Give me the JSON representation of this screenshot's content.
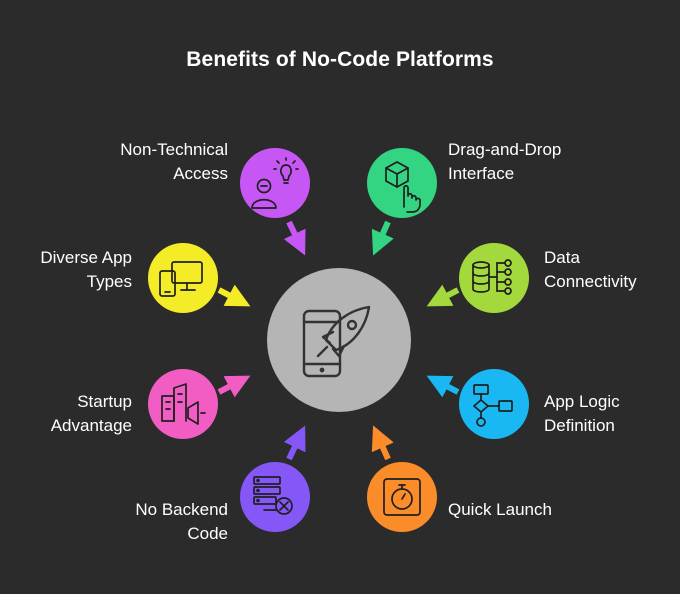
{
  "title": "Benefits of No-Code Platforms",
  "colors": {
    "background": "#2b2b2b",
    "center": "#b5b5b5",
    "purple": "#c757f5",
    "green": "#33d482",
    "yellow": "#f4ec27",
    "lime": "#a3d93c",
    "pink": "#f25dc4",
    "blue": "#1ab8f2",
    "violet": "#8557f7",
    "orange": "#fb8c2a"
  },
  "center": {
    "icon": "mobile-rocket-icon"
  },
  "benefits": [
    {
      "id": "non-technical-access",
      "lines": [
        "Non-Technical",
        "Access"
      ],
      "icon": "person-lightbulb-icon",
      "color": "purple"
    },
    {
      "id": "drag-and-drop-interface",
      "lines": [
        "Drag-and-Drop",
        "Interface"
      ],
      "icon": "cube-hand-icon",
      "color": "green"
    },
    {
      "id": "diverse-app-types",
      "lines": [
        "Diverse App",
        "Types"
      ],
      "icon": "devices-icon",
      "color": "yellow"
    },
    {
      "id": "data-connectivity",
      "lines": [
        "Data",
        "Connectivity"
      ],
      "icon": "database-network-icon",
      "color": "lime"
    },
    {
      "id": "startup-advantage",
      "lines": [
        "Startup",
        "Advantage"
      ],
      "icon": "buildings-megaphone-icon",
      "color": "pink"
    },
    {
      "id": "app-logic-definition",
      "lines": [
        "App Logic",
        "Definition"
      ],
      "icon": "flowchart-icon",
      "color": "blue"
    },
    {
      "id": "no-backend-code",
      "lines": [
        "No Backend",
        "Code"
      ],
      "icon": "server-cancel-icon",
      "color": "violet"
    },
    {
      "id": "quick-launch",
      "lines": [
        "Quick Launch"
      ],
      "icon": "stopwatch-icon",
      "color": "orange"
    }
  ]
}
